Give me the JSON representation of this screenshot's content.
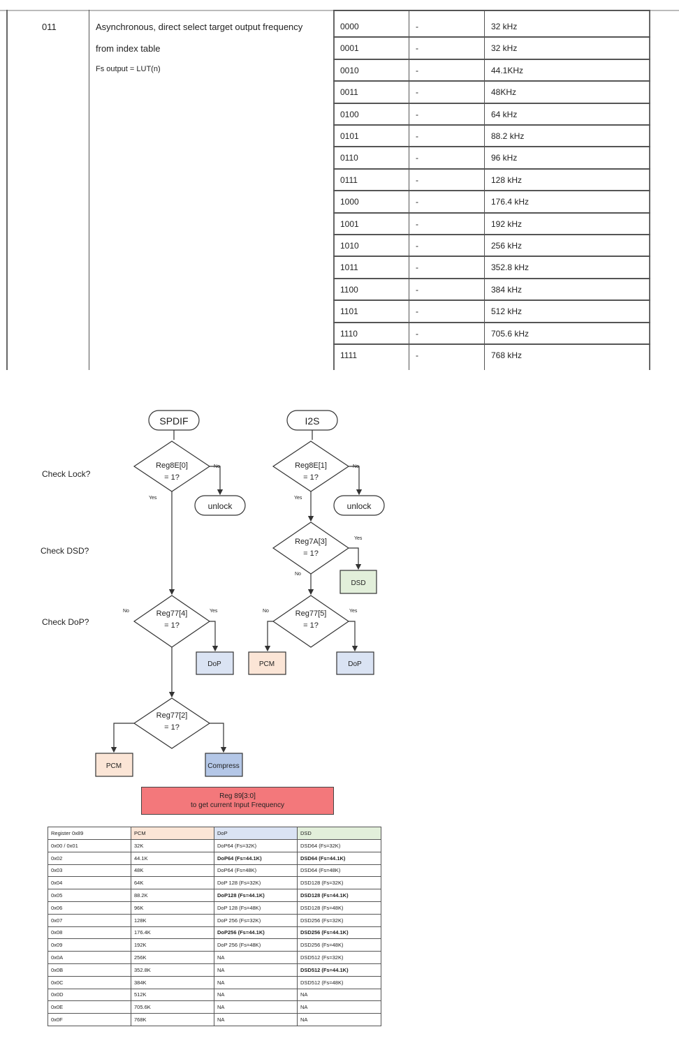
{
  "register_table": {
    "mode_code": "011",
    "description": [
      "Asynchronous, direct select target output frequency",
      "from index table",
      "Fs output = LUT(n)"
    ],
    "rows": [
      {
        "code": "0000",
        "dash": "-",
        "freq": "32 kHz"
      },
      {
        "code": "0001",
        "dash": "-",
        "freq": "32 kHz"
      },
      {
        "code": "0010",
        "dash": "-",
        "freq": "44.1KHz"
      },
      {
        "code": "0011",
        "dash": "-",
        "freq": "48KHz"
      },
      {
        "code": "0100",
        "dash": "-",
        "freq": "64 kHz"
      },
      {
        "code": "0101",
        "dash": "-",
        "freq": "88.2 kHz"
      },
      {
        "code": "0110",
        "dash": "-",
        "freq": "96 kHz"
      },
      {
        "code": "0111",
        "dash": "-",
        "freq": "128 kHz"
      },
      {
        "code": "1000",
        "dash": "-",
        "freq": "176.4 kHz"
      },
      {
        "code": "1001",
        "dash": "-",
        "freq": "192 kHz"
      },
      {
        "code": "1010",
        "dash": "-",
        "freq": "256 kHz"
      },
      {
        "code": "1011",
        "dash": "-",
        "freq": "352.8 kHz"
      },
      {
        "code": "1100",
        "dash": "-",
        "freq": "384 kHz"
      },
      {
        "code": "1101",
        "dash": "-",
        "freq": "512 kHz"
      },
      {
        "code": "1110",
        "dash": "-",
        "freq": "705.6 kHz"
      },
      {
        "code": "1111",
        "dash": "-",
        "freq": "768 kHz"
      }
    ]
  },
  "flowchart": {
    "row_labels": {
      "lock": "Check Lock?",
      "dsd": "Check DSD?",
      "dop": "Check DoP?"
    },
    "spdif": {
      "title": "SPDIF",
      "lock_reg": "Reg8E[0]",
      "dop_reg": "Reg77[4]",
      "compress_reg": "Reg77[2]",
      "unlock": "unlock",
      "dop": "DoP",
      "pcm": "PCM",
      "compress": "Compress"
    },
    "i2s": {
      "title": "I2S",
      "lock_reg": "Reg8E[1]",
      "dsd_reg": "Reg7A[3]",
      "dop_reg": "Reg77[5]",
      "unlock": "unlock",
      "dsd": "DSD",
      "pcm": "PCM",
      "dop": "DoP"
    },
    "eq_text": "= 1?",
    "yes": "Yes",
    "no": "No",
    "colors": {
      "pcm": "#fbe5d6",
      "dop": "#dae3f3",
      "dsd": "#e2efda",
      "compress": "#b4c7e7",
      "banner": "#f3787b"
    }
  },
  "reg89": {
    "line1": "Reg 89[3:0]",
    "line2": "to get current Input Frequency"
  },
  "lookup": {
    "headers": [
      "Register 0x89",
      "PCM",
      "DoP",
      "DSD"
    ],
    "rows": [
      {
        "reg": "0x00 / 0x01",
        "pcm": "32K",
        "dop": "DoP64 (Fs=32K)",
        "dsd": "DSD64 (Fs=32K)",
        "bold": false
      },
      {
        "reg": "0x02",
        "pcm": "44.1K",
        "dop": "DoP64 (Fs=44.1K)",
        "dsd": "DSD64 (Fs=44.1K)",
        "bold": true
      },
      {
        "reg": "0x03",
        "pcm": "48K",
        "dop": "DoP64 (Fs=48K)",
        "dsd": "DSD64 (Fs=48K)",
        "bold": false
      },
      {
        "reg": "0x04",
        "pcm": "64K",
        "dop": "DoP 128 (Fs=32K)",
        "dsd": "DSD128 (Fs=32K)",
        "bold": false
      },
      {
        "reg": "0x05",
        "pcm": "88.2K",
        "dop": "DoP128 (Fs=44.1K)",
        "dsd": "DSD128 (Fs=44.1K)",
        "bold": true
      },
      {
        "reg": "0x06",
        "pcm": "96K",
        "dop": "DoP 128 (Fs=48K)",
        "dsd": "DSD128 (Fs=48K)",
        "bold": false
      },
      {
        "reg": "0x07",
        "pcm": "128K",
        "dop": "DoP 256 (Fs=32K)",
        "dsd": "DSD256 (Fs=32K)",
        "bold": false
      },
      {
        "reg": "0x08",
        "pcm": "176.4K",
        "dop": "DoP256 (Fs=44.1K)",
        "dsd": "DSD256 (Fs=44.1K)",
        "bold": true
      },
      {
        "reg": "0x09",
        "pcm": "192K",
        "dop": "DoP 256 (Fs=48K)",
        "dsd": "DSD256 (Fs=48K)",
        "bold": false
      },
      {
        "reg": "0x0A",
        "pcm": "256K",
        "dop": "NA",
        "dsd": "DSD512 (Fs=32K)",
        "bold": false
      },
      {
        "reg": "0x0B",
        "pcm": "352.8K",
        "dop": "NA",
        "dsd": "DSD512 (Fs=44.1K)",
        "bold": "dsd"
      },
      {
        "reg": "0x0C",
        "pcm": "384K",
        "dop": "NA",
        "dsd": "DSD512 (Fs=48K)",
        "bold": false
      },
      {
        "reg": "0x0D",
        "pcm": "512K",
        "dop": "NA",
        "dsd": "NA",
        "bold": false
      },
      {
        "reg": "0x0E",
        "pcm": "705.6K",
        "dop": "NA",
        "dsd": "NA",
        "bold": false
      },
      {
        "reg": "0x0F",
        "pcm": "768K",
        "dop": "NA",
        "dsd": "NA",
        "bold": false
      }
    ]
  }
}
